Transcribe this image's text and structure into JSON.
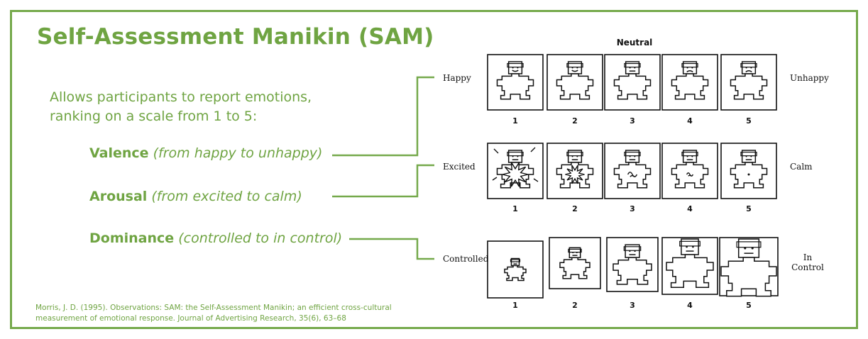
{
  "title": "Self-Assessment Manikin (SAM)",
  "intro": [
    "Allows participants to report emotions,",
    "ranking on a scale from 1 to 5:"
  ],
  "dimensions": [
    {
      "name": "Valence",
      "desc": "(from happy to unhappy)"
    },
    {
      "name": "Arousal",
      "desc": "(from excited to calm)"
    },
    {
      "name": "Dominance",
      "desc": "(controlled to in control)"
    }
  ],
  "citation": "Morris, J. D. (1995). Observations: SAM: the Self-Assessment Manikin; an efficient cross-cultural measurement of emotional response. Journal of Advertising Research, 35(6), 63–68",
  "figure": {
    "neutral_label": "Neutral",
    "scale": [
      "1",
      "2",
      "3",
      "4",
      "5"
    ],
    "rows": [
      {
        "left": "Happy",
        "right": [
          "Unhappy"
        ],
        "expressions": [
          "smile",
          "smile",
          "flat",
          "frown",
          "frown"
        ]
      },
      {
        "left": "Excited",
        "right": [
          "Calm"
        ],
        "arousal_levels": [
          1.0,
          0.75,
          0.5,
          0.25,
          0.0
        ]
      },
      {
        "left": "Controlled",
        "right": [
          "In",
          "Control"
        ],
        "dominance_levels": [
          0.2,
          0.4,
          0.6,
          0.8,
          1.0
        ]
      }
    ]
  },
  "colors": {
    "accent": "#6fa442",
    "frame": "#75a94b",
    "ink": "#111111"
  }
}
